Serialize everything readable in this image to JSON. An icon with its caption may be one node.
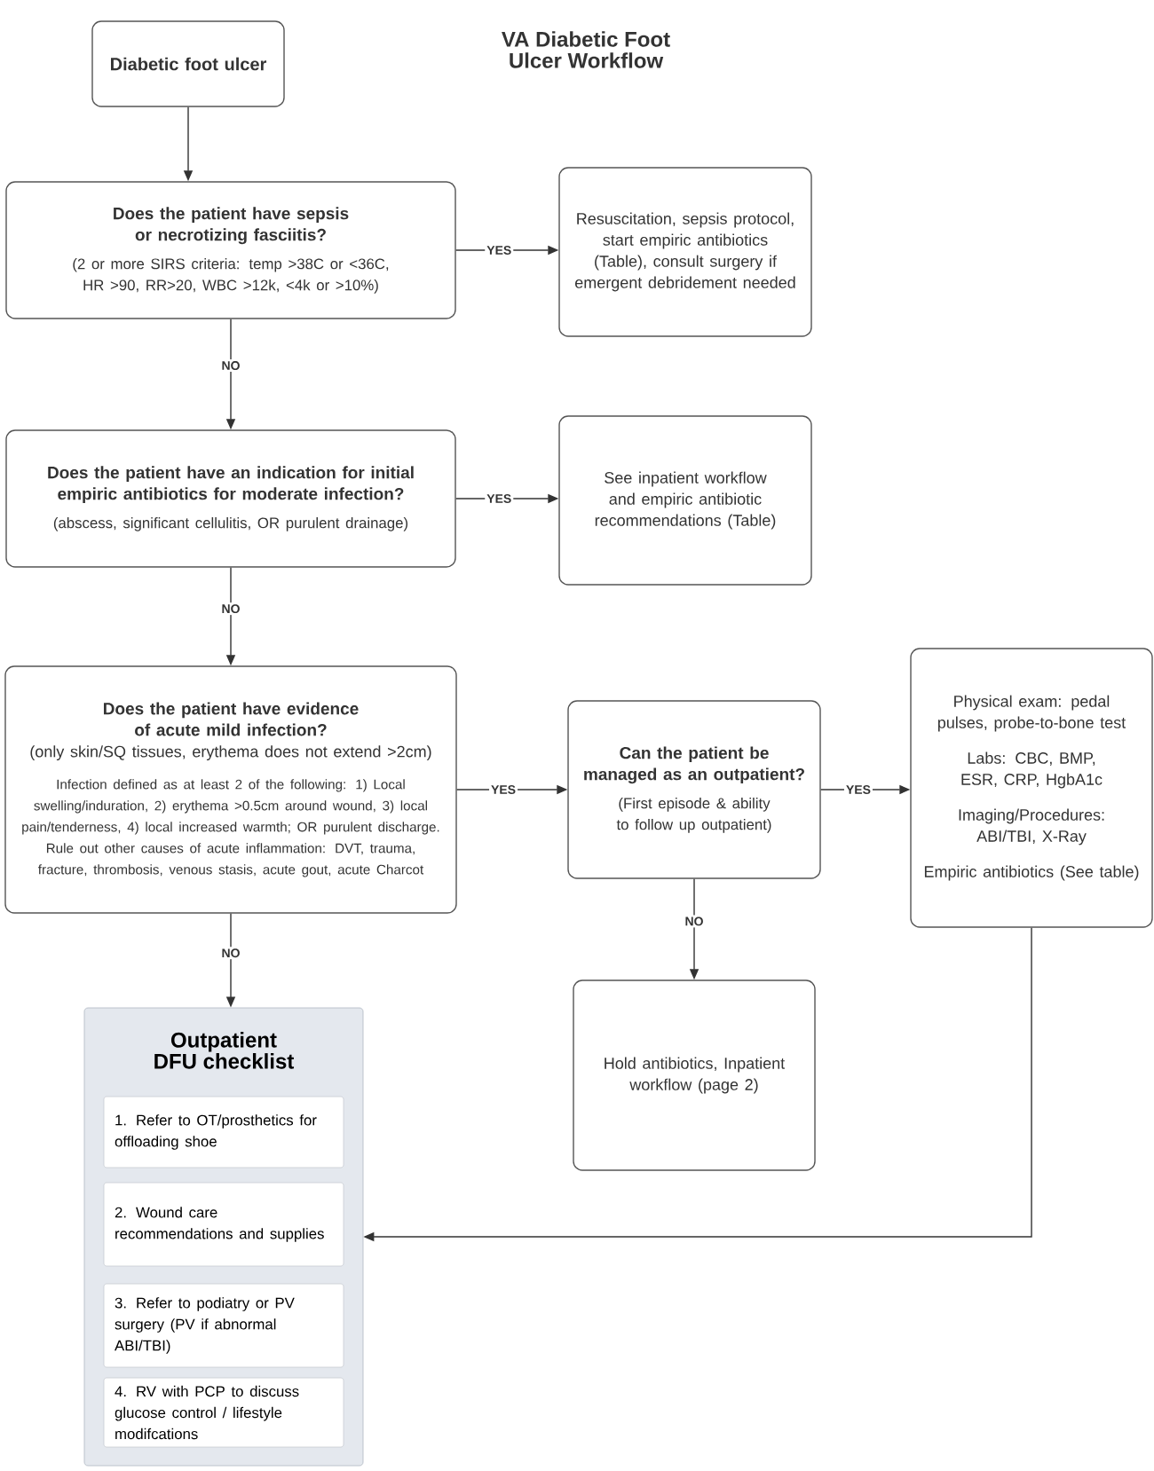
{
  "diagram": {
    "title": "VA Diabetic Foot Ulcer Workflow",
    "nodes": [
      {
        "text": [
          "Diabetic foot ulcer"
        ]
      },
      {
        "text": [
          "Does the patient have sepsis or necrotizing fasciitis?",
          "(2 or more SIRS criteria: temp >38C or <36C, HR >90, RR>20, WBC >12k, <4k or >10%)"
        ]
      },
      {
        "text": [
          "Resuscitation, sepsis protocol, start empiric antibiotics (Table), consult surgery if emergent debridement needed"
        ]
      },
      {
        "text": [
          "Does the patient have an indication for initial empiric antibiotics for moderate infection?",
          "(abscess, significant cellulitis, OR purulent drainage)"
        ]
      },
      {
        "text": [
          "See inpatient workflow and empiric antibiotic recommendations (Table)"
        ]
      },
      {
        "text": [
          "Does the patient have evidence of acute mild infection?",
          "(only skin/SQ tissues, erythema does not extend >2cm)",
          "Infection defined as at least 2 of the following: 1) Local swelling/induration, 2) erythema >0.5cm around wound, 3) local pain/tenderness, 4) local increased warmth; OR purulent discharge.",
          "Rule out other causes of acute inflammation: DVT, trauma, fracture, thrombosis, venous stasis, acute gout, acute Charcot"
        ]
      },
      {
        "text": [
          "Can the patient be managed as an outpatient?",
          "(First episode & ability to follow up outpatient)"
        ]
      },
      {
        "text": [
          "Physical exam: pedal pulses, probe-to-bone test",
          "Labs: CBC, BMP, ESR, CRP, HgbA1c",
          "Imaging/Procedures: ABI/TBI, X-Ray",
          "Empiric antibiotics (See table)"
        ]
      },
      {
        "text": [
          "Hold antibiotics, Inpatient workflow (page 2)"
        ]
      },
      {
        "text": [
          "Outpatient DFU checklist"
        ]
      },
      {
        "text": [
          "1. Refer to OT/prosthetics for offloading shoe"
        ],
        "in": 9
      },
      {
        "text": [
          "2. Wound care recommendations and supplies"
        ],
        "in": 9
      },
      {
        "text": [
          "3. Refer to podiatry or PV surgery (PV if abnormal ABI/TBI)"
        ],
        "in": 9
      },
      {
        "text": [
          "4. RV with PCP to discuss glucose control / lifestyle modifcations"
        ],
        "in": 9
      }
    ],
    "edges": [
      {
        "from": 0,
        "to": 1,
        "arrow": "to"
      },
      {
        "from": 1,
        "to": 2,
        "arrow": "to",
        "label": "YES"
      },
      {
        "from": 1,
        "to": 3,
        "arrow": "to",
        "label": "NO"
      },
      {
        "from": 3,
        "to": 4,
        "arrow": "to",
        "label": "YES"
      },
      {
        "from": 3,
        "to": 5,
        "arrow": "to",
        "label": "NO"
      },
      {
        "from": 5,
        "to": 6,
        "arrow": "to",
        "label": "YES"
      },
      {
        "from": 6,
        "to": 7,
        "arrow": "to",
        "label": "YES"
      },
      {
        "from": 6,
        "to": 8,
        "arrow": "to",
        "label": "NO"
      },
      {
        "from": 5,
        "to": 9,
        "arrow": "to",
        "label": "NO"
      },
      {
        "from": 7,
        "to": 9,
        "arrow": "to"
      }
    ]
  }
}
